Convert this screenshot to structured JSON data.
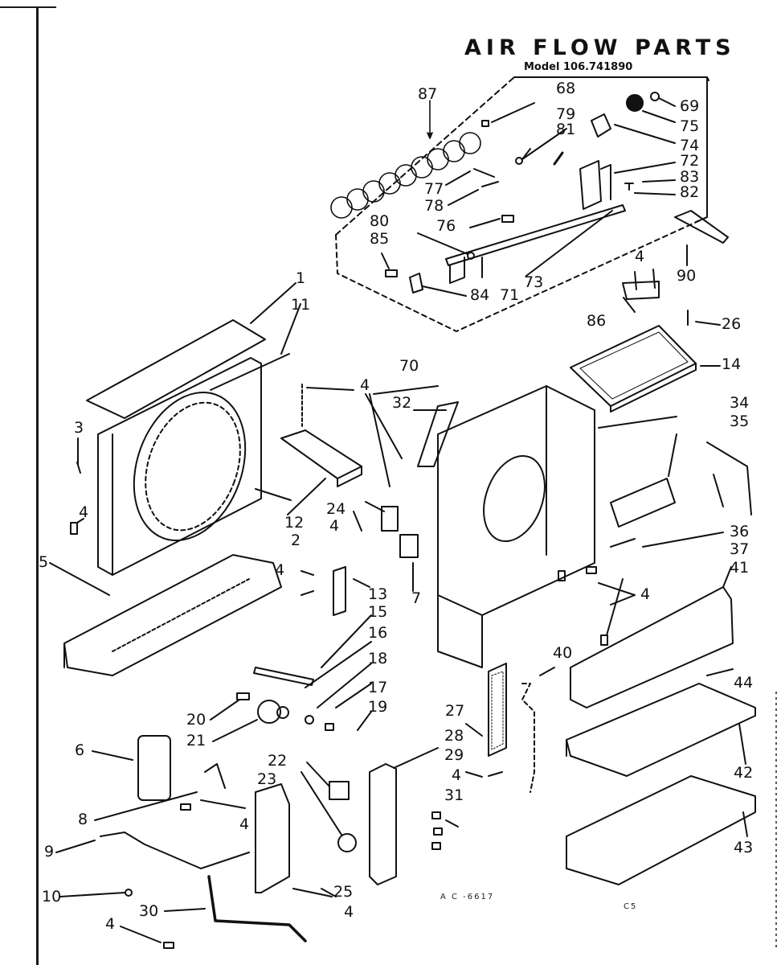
{
  "title": "AIR FLOW PARTS",
  "model": "Model 106.741890",
  "drawing_code": "A C -6617",
  "page_code": "C5",
  "callouts": [
    {
      "id": "label-87",
      "text": "87"
    },
    {
      "id": "label-68",
      "text": "68"
    },
    {
      "id": "label-69",
      "text": "69"
    },
    {
      "id": "label-79",
      "text": "79"
    },
    {
      "id": "label-81",
      "text": "81"
    },
    {
      "id": "label-75",
      "text": "75"
    },
    {
      "id": "label-74",
      "text": "74"
    },
    {
      "id": "label-72",
      "text": "72"
    },
    {
      "id": "label-83",
      "text": "83"
    },
    {
      "id": "label-82",
      "text": "82"
    },
    {
      "id": "label-77",
      "text": "77"
    },
    {
      "id": "label-78",
      "text": "78"
    },
    {
      "id": "label-76",
      "text": "76"
    },
    {
      "id": "label-80",
      "text": "80"
    },
    {
      "id": "label-85",
      "text": "85"
    },
    {
      "id": "label-84",
      "text": "84"
    },
    {
      "id": "label-71",
      "text": "71"
    },
    {
      "id": "label-73",
      "text": "73"
    },
    {
      "id": "label-90",
      "text": "90"
    },
    {
      "id": "label-70",
      "text": "70"
    },
    {
      "id": "label-4-a",
      "text": "4"
    },
    {
      "id": "label-86",
      "text": "86"
    },
    {
      "id": "label-26",
      "text": "26"
    },
    {
      "id": "label-14",
      "text": "14"
    },
    {
      "id": "label-1",
      "text": "1"
    },
    {
      "id": "label-11",
      "text": "11"
    },
    {
      "id": "label-3",
      "text": "3"
    },
    {
      "id": "label-4-b",
      "text": "4"
    },
    {
      "id": "label-5",
      "text": "5"
    },
    {
      "id": "label-12",
      "text": "12"
    },
    {
      "id": "label-2",
      "text": "2"
    },
    {
      "id": "label-4-c",
      "text": "4"
    },
    {
      "id": "label-32",
      "text": "32"
    },
    {
      "id": "label-24",
      "text": "24"
    },
    {
      "id": "label-4-d",
      "text": "4"
    },
    {
      "id": "label-7",
      "text": "7"
    },
    {
      "id": "label-4-e",
      "text": "4"
    },
    {
      "id": "label-13",
      "text": "13"
    },
    {
      "id": "label-15",
      "text": "15"
    },
    {
      "id": "label-16",
      "text": "16"
    },
    {
      "id": "label-18",
      "text": "18"
    },
    {
      "id": "label-17",
      "text": "17"
    },
    {
      "id": "label-19",
      "text": "19"
    },
    {
      "id": "label-20",
      "text": "20"
    },
    {
      "id": "label-21",
      "text": "21"
    },
    {
      "id": "label-6",
      "text": "6"
    },
    {
      "id": "label-8",
      "text": "8"
    },
    {
      "id": "label-4-f",
      "text": "4"
    },
    {
      "id": "label-9",
      "text": "9"
    },
    {
      "id": "label-10",
      "text": "10"
    },
    {
      "id": "label-30",
      "text": "30"
    },
    {
      "id": "label-4-g",
      "text": "4"
    },
    {
      "id": "label-22",
      "text": "22"
    },
    {
      "id": "label-23",
      "text": "23"
    },
    {
      "id": "label-25",
      "text": "25"
    },
    {
      "id": "label-4-h",
      "text": "4"
    },
    {
      "id": "label-28",
      "text": "28"
    },
    {
      "id": "label-27",
      "text": "27"
    },
    {
      "id": "label-29",
      "text": "29"
    },
    {
      "id": "label-4-i",
      "text": "4"
    },
    {
      "id": "label-31",
      "text": "31"
    },
    {
      "id": "label-34",
      "text": "34"
    },
    {
      "id": "label-35",
      "text": "35"
    },
    {
      "id": "label-36",
      "text": "36"
    },
    {
      "id": "label-37",
      "text": "37"
    },
    {
      "id": "label-4-j",
      "text": "4"
    },
    {
      "id": "label-41",
      "text": "41"
    },
    {
      "id": "label-40",
      "text": "40"
    },
    {
      "id": "label-44",
      "text": "44"
    },
    {
      "id": "label-42",
      "text": "42"
    },
    {
      "id": "label-43",
      "text": "43"
    }
  ]
}
